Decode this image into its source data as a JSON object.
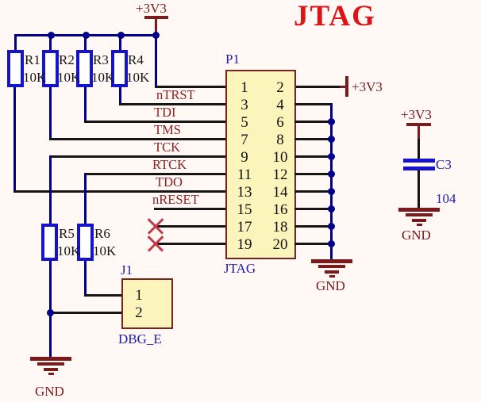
{
  "title": "JTAG",
  "power": {
    "vcc": "+3V3",
    "gnd": "GND"
  },
  "signals": {
    "ntrst": "nTRST",
    "tdi": "TDI",
    "tms": "TMS",
    "tck": "TCK",
    "rtck": "RTCK",
    "tdo": "TDO",
    "nreset": "nRESET"
  },
  "resistors": [
    {
      "ref": "R1",
      "value": "10K"
    },
    {
      "ref": "R2",
      "value": "10K"
    },
    {
      "ref": "R3",
      "value": "10K"
    },
    {
      "ref": "R4",
      "value": "10K"
    },
    {
      "ref": "R5",
      "value": "10K"
    },
    {
      "ref": "R6",
      "value": "10K"
    }
  ],
  "connector_p1": {
    "ref": "P1",
    "name": "JTAG",
    "pins_left": [
      "1",
      "3",
      "5",
      "7",
      "9",
      "11",
      "13",
      "15",
      "17",
      "19"
    ],
    "pins_right": [
      "2",
      "4",
      "6",
      "8",
      "10",
      "12",
      "14",
      "16",
      "18",
      "20"
    ]
  },
  "connector_j1": {
    "ref": "J1",
    "name": "DBG_E",
    "pins": [
      "1",
      "2"
    ]
  },
  "capacitor": {
    "ref": "C3",
    "value": "104"
  },
  "colors": {
    "wire_navy": "#00008B",
    "component_blue": "#1414CC",
    "net_label": "#8B2121",
    "power": "#7B1A1A",
    "title_red": "#DE1414",
    "box_fill": "#FBF5BB",
    "box_border": "#7E2121"
  }
}
